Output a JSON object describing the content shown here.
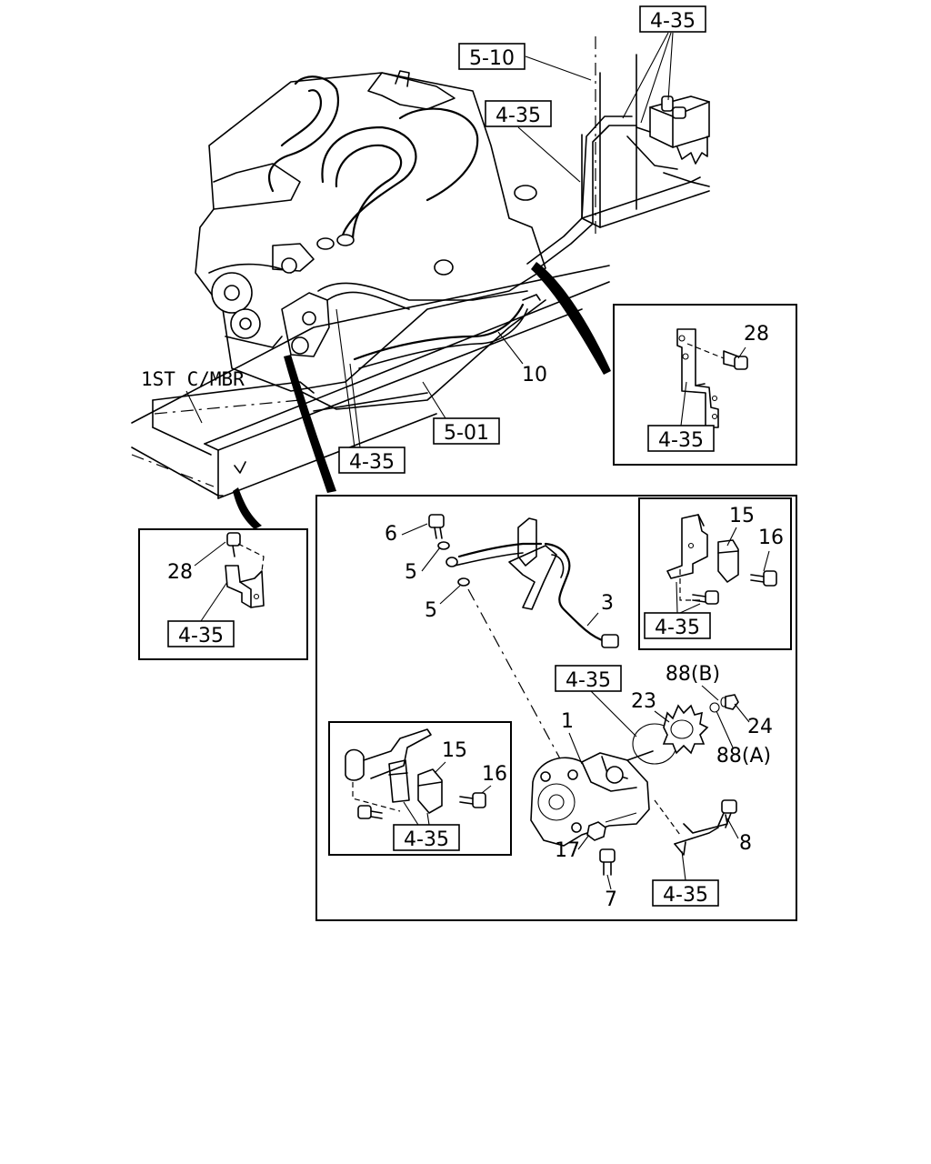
{
  "callouts": {
    "ref_5_10": "5-10",
    "ref_5_01": "5-01",
    "ref_4_35": "4-35",
    "first_crossmember": "1ST C/MBR"
  },
  "part_numbers": {
    "p1": "1",
    "p3": "3",
    "p5": "5",
    "p6": "6",
    "p7": "7",
    "p8": "8",
    "p10": "10",
    "p15": "15",
    "p16": "16",
    "p17": "17",
    "p23": "23",
    "p24": "24",
    "p28": "28",
    "p88a": "88(A)",
    "p88b": "88(B)"
  }
}
